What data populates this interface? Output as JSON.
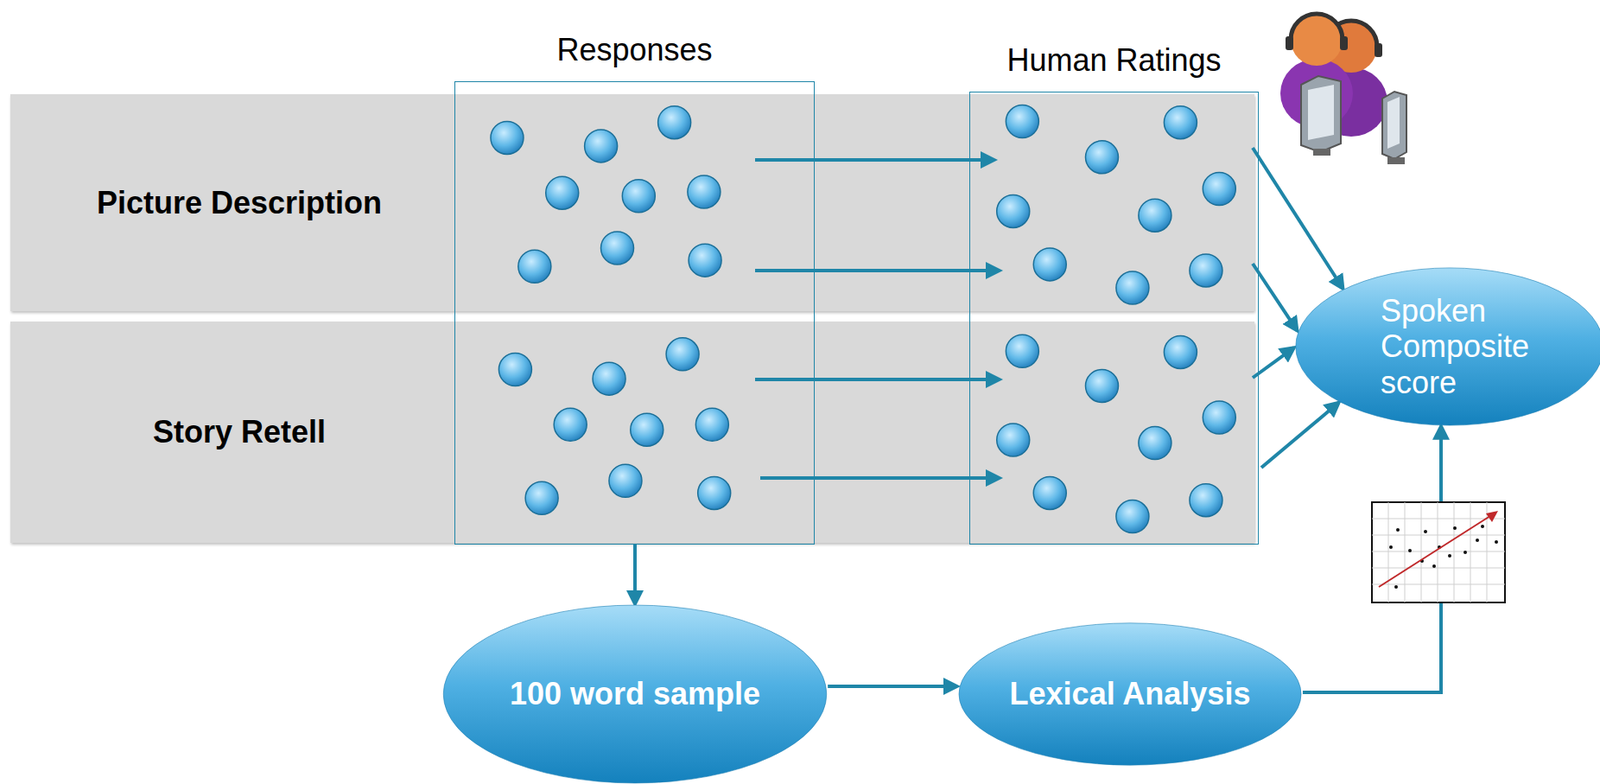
{
  "diagram": {
    "nodes": [
      {
        "text": [
          "Picture Description"
        ]
      },
      {
        "text": [
          "Story Retell"
        ]
      },
      {
        "text": [
          "Responses"
        ]
      },
      {
        "text": [
          "Human Ratings"
        ]
      },
      {
        "text": [
          "Spoken Composite score"
        ]
      },
      {
        "text": [
          "100 word sample"
        ]
      },
      {
        "text": [
          "Lexical Analysis"
        ]
      }
    ],
    "edges": [
      {
        "from": 2,
        "to": 3,
        "arrow": "to"
      },
      {
        "from": 2,
        "to": 3,
        "arrow": "to"
      },
      {
        "from": 2,
        "to": 3,
        "arrow": "to"
      },
      {
        "from": 2,
        "to": 3,
        "arrow": "to"
      },
      {
        "from": 3,
        "to": 4,
        "arrow": "to"
      },
      {
        "from": 3,
        "to": 4,
        "arrow": "to"
      },
      {
        "from": 3,
        "to": 4,
        "arrow": "to"
      },
      {
        "from": 3,
        "to": 4,
        "arrow": "to"
      },
      {
        "from": 2,
        "to": 5,
        "arrow": "to"
      },
      {
        "from": 5,
        "to": 6,
        "arrow": "to"
      },
      {
        "from": 6,
        "to": 4,
        "arrow": "to"
      }
    ]
  }
}
